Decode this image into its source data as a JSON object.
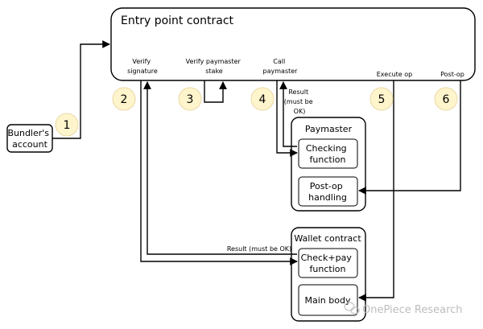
{
  "entry_point": {
    "title": "Entry point contract",
    "steps": {
      "verify_signature": [
        "Verify",
        "signature"
      ],
      "verify_paymaster_stake": [
        "Verify paymaster",
        "stake"
      ],
      "call_paymaster": [
        "Call",
        "paymaster"
      ],
      "execute_op": "Execute op",
      "post_op": "Post-op"
    }
  },
  "bundler": [
    "Bundler's",
    "account"
  ],
  "paymaster": {
    "title": "Paymaster",
    "checking": [
      "Checking",
      "function"
    ],
    "postop": [
      "Post-op",
      "handling"
    ]
  },
  "wallet": {
    "title": "Wallet contract",
    "checkpay": [
      "Check+pay",
      "function"
    ],
    "mainbody": "Main body"
  },
  "result_paymaster": [
    "Result",
    "(must be",
    "OK)"
  ],
  "result_wallet": "Result (must be OK)",
  "badges": [
    "1",
    "2",
    "3",
    "4",
    "5",
    "6"
  ],
  "watermark": "OnePiece Research"
}
